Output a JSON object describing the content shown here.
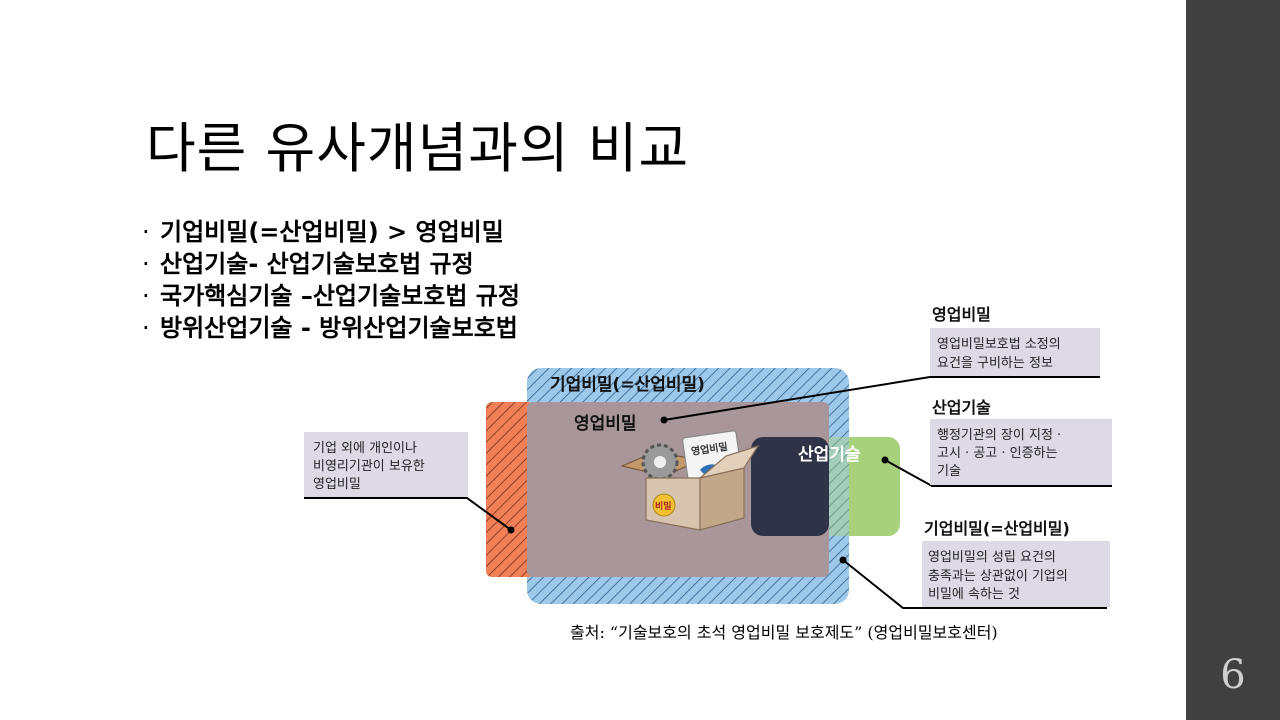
{
  "slide": {
    "title": "다른 유사개념과의 비교",
    "page_number": "6",
    "bullet_marker": "·",
    "bullets": [
      "기업비밀(=산업비밀) > 영업비밀",
      "산업기술- 산업기술보호법 규정",
      "국가핵심기술 –산업기술보호법 규정",
      "방위산업기술 - 방위산업기술보호법"
    ],
    "source": "출처: “기술보호의 초석 영업비밀 보호제도” (영업비밀보호센터)"
  },
  "diagram": {
    "region_labels": {
      "corporate_secret": "기업비밀(=산업비밀)",
      "trade_secret": "영업비밀",
      "industrial_tech": "산업기술",
      "box_tag_1": "영업비밀",
      "box_tag_2": "비밀"
    },
    "callouts": {
      "trade_secret": {
        "heading": "영업비밀",
        "lines": [
          "영업비밀보호법 소정의",
          "요건을 구비하는 정보"
        ]
      },
      "industrial_tech": {
        "heading": "산업기술",
        "lines": [
          "행정기관의 장이 지정 ·",
          "고시 · 공고 · 인증하는",
          "기술"
        ]
      },
      "corporate_secret": {
        "heading": "기업비밀(=산업비밀)",
        "lines": [
          "영업비밀의 성립 요건의",
          "충족과는 상관없이 기업의",
          "비밀에 속하는 것"
        ]
      },
      "individual": {
        "lines": [
          "기업 외에 개인이나",
          "비영리기관이 보유한",
          "영업비밀"
        ]
      }
    },
    "colors": {
      "corporate_fill": "#9ec8ea",
      "individual_fill": "#f08058",
      "trade_secret_fill": "#a8969a",
      "industrial_tech_fill": "#2f3347",
      "green_fill": "#a8d17c",
      "callout_bg": "#dddae6",
      "sidebar": "#404040"
    }
  }
}
